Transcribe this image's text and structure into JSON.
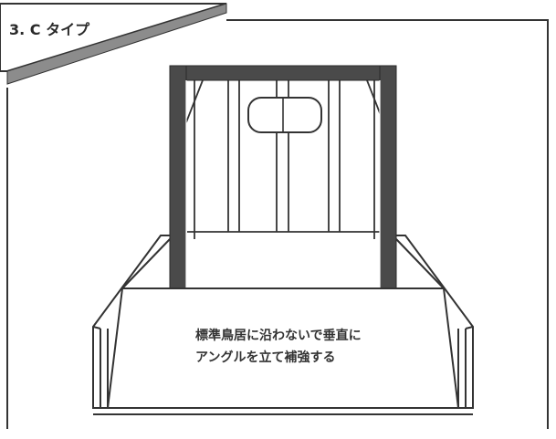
{
  "header": {
    "section_label": "3. C タイプ"
  },
  "annotation": {
    "lines": [
      "標準鳥居に沿わないで垂直に",
      "アングルを立て補強する"
    ]
  },
  "colors": {
    "ink": "#333333",
    "frame_dark": "#4a4a4a",
    "tab_band": "#8c8c8c",
    "background": "#ffffff"
  }
}
